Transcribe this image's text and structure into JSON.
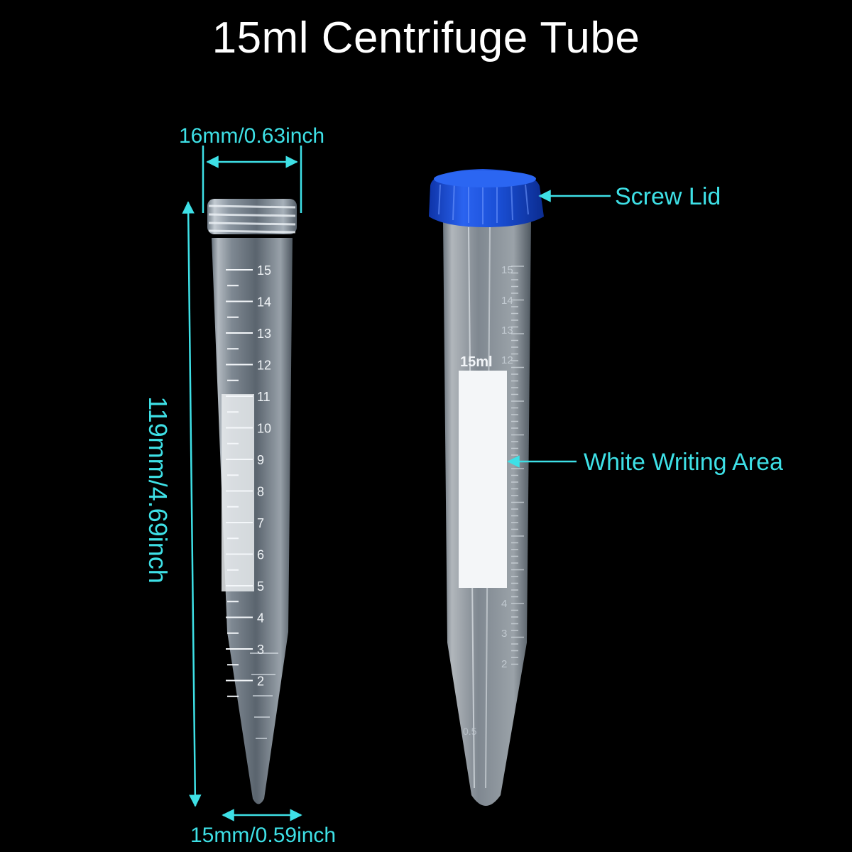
{
  "title": "15ml Centrifuge Tube",
  "dimensions": {
    "top_diameter": "16mm/0.63inch",
    "bottom_diameter": "15mm/0.59inch",
    "height": "119mm/4.69inch"
  },
  "callouts": {
    "lid": "Screw Lid",
    "writing_area": "White Writing Area"
  },
  "tube_printing": {
    "capacity_label": "15ml",
    "graduations_left": [
      "15",
      "14",
      "13",
      "12",
      "11",
      "10",
      "9",
      "8",
      "7",
      "6",
      "5",
      "4",
      "3",
      "2"
    ],
    "graduations_right": [
      "15",
      "14",
      "13",
      "12",
      "4",
      "3",
      "2"
    ],
    "conical_mark": "0.5"
  },
  "colors": {
    "background": "#000000",
    "annotation": "#3ee0e6",
    "lid": "#1a4fd6",
    "title": "#ffffff"
  }
}
